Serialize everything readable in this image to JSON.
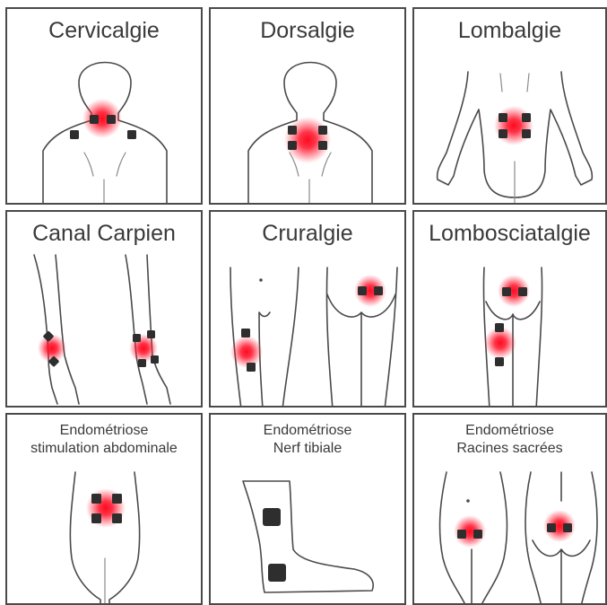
{
  "accent_color": "#e8001c",
  "electrode_color": "#2e2e2e",
  "panels": [
    {
      "title": "Cervicalgie"
    },
    {
      "title": "Dorsalgie"
    },
    {
      "title": "Lombalgie"
    },
    {
      "title": "Canal Carpien"
    },
    {
      "title": "Cruralgie"
    },
    {
      "title": "Lombosciatalgie"
    },
    {
      "title_line1": "Endométriose",
      "title_line2": "stimulation abdominale"
    },
    {
      "title_line1": "Endométriose",
      "title_line2": "Nerf tibiale"
    },
    {
      "title_line1": "Endométriose",
      "title_line2": "Racines sacrées"
    }
  ]
}
